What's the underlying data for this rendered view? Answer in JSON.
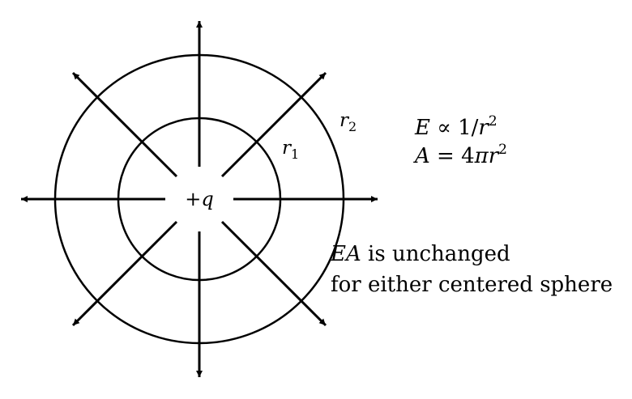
{
  "diagram": {
    "charge_label": "+q",
    "inner_radius_label": {
      "var": "r",
      "sub": "1"
    },
    "outer_radius_label": {
      "var": "r",
      "sub": "2"
    },
    "field_relation": {
      "lhs": "E",
      "rel": " ∝ 1/",
      "var": "r",
      "exp": "2"
    },
    "area_relation": {
      "lhs": "A",
      "rel": " = 4",
      "pi": "π",
      "var": "r",
      "exp": "2"
    },
    "note_line1": {
      "math": "EA",
      "text": " is unchanged"
    },
    "note_line2": "for either centered sphere"
  },
  "colors": {
    "ink": "#000000",
    "background": "#ffffff"
  }
}
